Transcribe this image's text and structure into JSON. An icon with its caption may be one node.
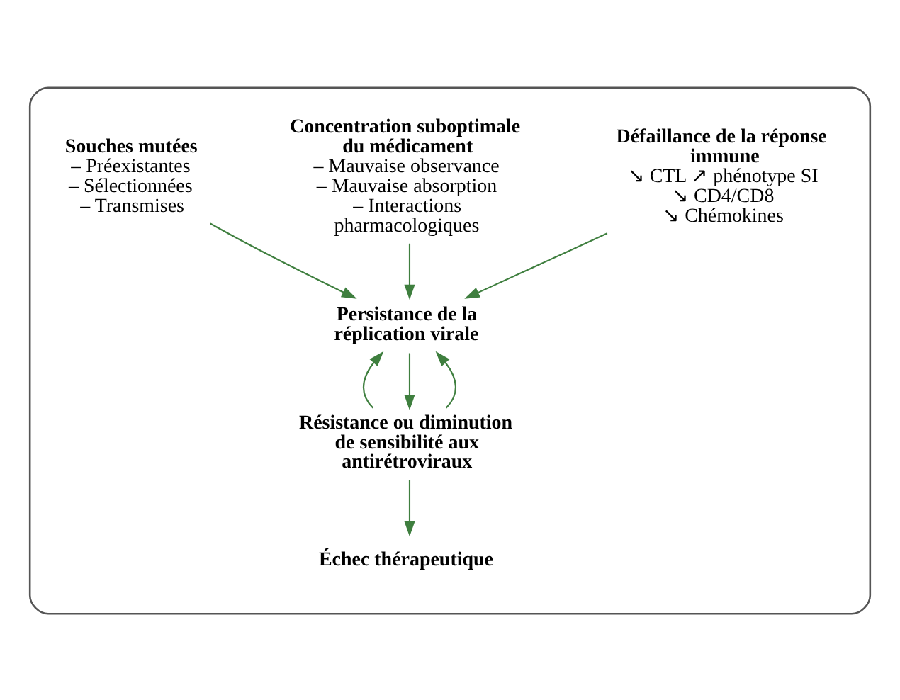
{
  "diagram": {
    "nodes": [
      {
        "text": [],
        "shape": "box"
      },
      {
        "text": [
          "Souches mutées",
          "– Préexistantes",
          "– Sélectionnées",
          "– Transmises"
        ],
        "in": 0
      },
      {
        "text": [
          "Concentration suboptimale du médicament",
          "– Mauvaise observance",
          "– Mauvaise absorption",
          "– Interactions pharmacologiques"
        ],
        "in": 0
      },
      {
        "text": [
          "Défaillance de la réponse immune",
          "↘ CTL ↗ phénotype SI",
          "↘ CD4/CD8",
          "↘ Chémokines"
        ],
        "in": 0
      },
      {
        "text": [
          "Persistance de la réplication virale"
        ],
        "in": 0
      },
      {
        "text": [
          "Résistance ou diminution de sensibilité aux antirétroviraux"
        ],
        "in": 0
      },
      {
        "text": [
          "Échec thérapeutique"
        ],
        "in": 0
      }
    ],
    "edges": [
      {
        "from": 1,
        "to": 4,
        "arrow": "to"
      },
      {
        "from": 2,
        "to": 4,
        "arrow": "to"
      },
      {
        "from": 3,
        "to": 4,
        "arrow": "to"
      },
      {
        "from": 5,
        "to": 4,
        "arrow": "to"
      },
      {
        "from": 4,
        "to": 5,
        "arrow": "to"
      },
      {
        "from": 5,
        "to": 4,
        "arrow": "to"
      },
      {
        "from": 5,
        "to": 6,
        "arrow": "to"
      }
    ]
  }
}
